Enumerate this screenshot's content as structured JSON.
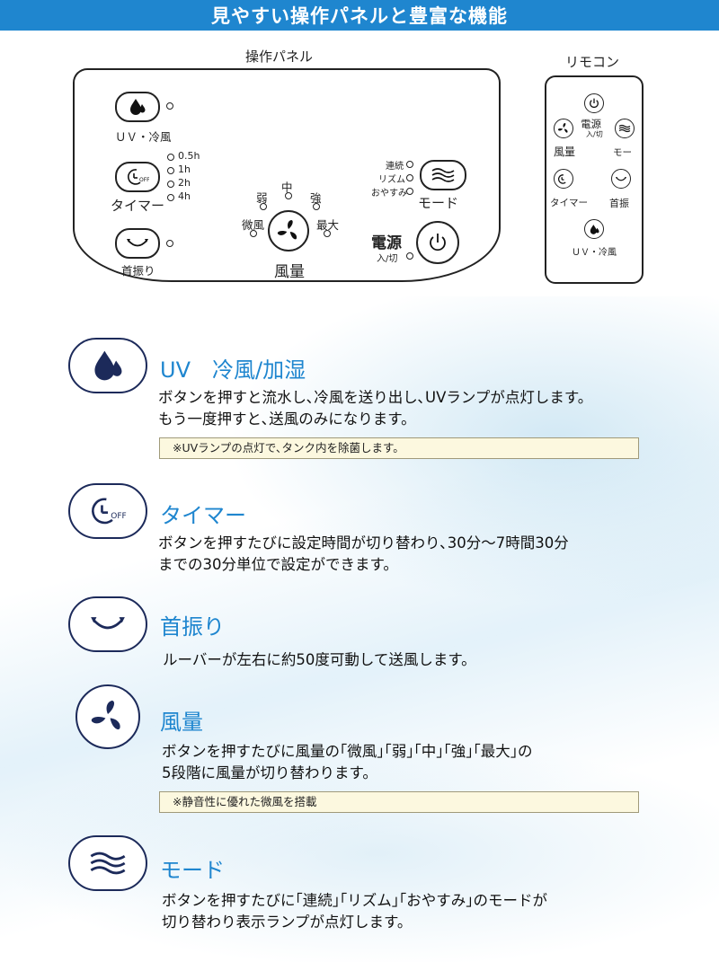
{
  "banner": {
    "title": "見やすい操作パネルと豊富な機能"
  },
  "panel": {
    "caption": "操作パネル",
    "uv_label": "ＵＶ・冷風",
    "timer_label": "タイマー",
    "timer_options": [
      "0.5h",
      "1h",
      "2h",
      "4h"
    ],
    "swing_label": "首振り",
    "fan_label": "風量",
    "fan_levels": {
      "low": "微風",
      "weak": "弱",
      "mid": "中",
      "strong": "強",
      "max": "最大"
    },
    "mode_options": [
      "連続",
      "リズム",
      "おやすみ"
    ],
    "mode_label": "モード",
    "power_label": "電源",
    "power_sub": "入/切"
  },
  "remote": {
    "caption": "リモコン",
    "power_label": "電源",
    "power_sub": "入/切",
    "fan_label": "風量",
    "mode_label": "モー",
    "timer_label": "タイマー",
    "swing_label": "首振",
    "uv_label": "ＵＶ・冷風"
  },
  "features": [
    {
      "title": "UV　冷風/加湿",
      "lines": [
        "ボタンを押すと流水し､冷風を送り出し､UVランプが点灯します。",
        "もう一度押すと､送風のみになります。"
      ],
      "note": "※UVランプの点灯で､タンク内を除菌します。"
    },
    {
      "title": "タイマー",
      "lines": [
        "ボタンを押すたびに設定時間が切り替わり､30分～7時間30分",
        "までの30分単位で設定ができます。"
      ],
      "icon_text": "OFF"
    },
    {
      "title": "首振り",
      "lines": [
        "ルーバーが左右に約50度可動して送風します。"
      ]
    },
    {
      "title": "風量",
      "lines": [
        "ボタンを押すたびに風量の｢微風｣｢弱｣｢中｣｢強｣｢最大｣の",
        "5段階に風量が切り替わります。"
      ],
      "note": "※静音性に優れた微風を搭載"
    },
    {
      "title": "モード",
      "lines": [
        "ボタンを押すたびに｢連続｣｢リズム｣｢おやすみ｣のモードが",
        "切り替わり表示ランプが点灯します。"
      ]
    }
  ],
  "colors": {
    "banner": "#1f86cf",
    "title": "#1f86cf",
    "icon_border": "#1c2a5a",
    "note_bg": "#fcf8df"
  }
}
